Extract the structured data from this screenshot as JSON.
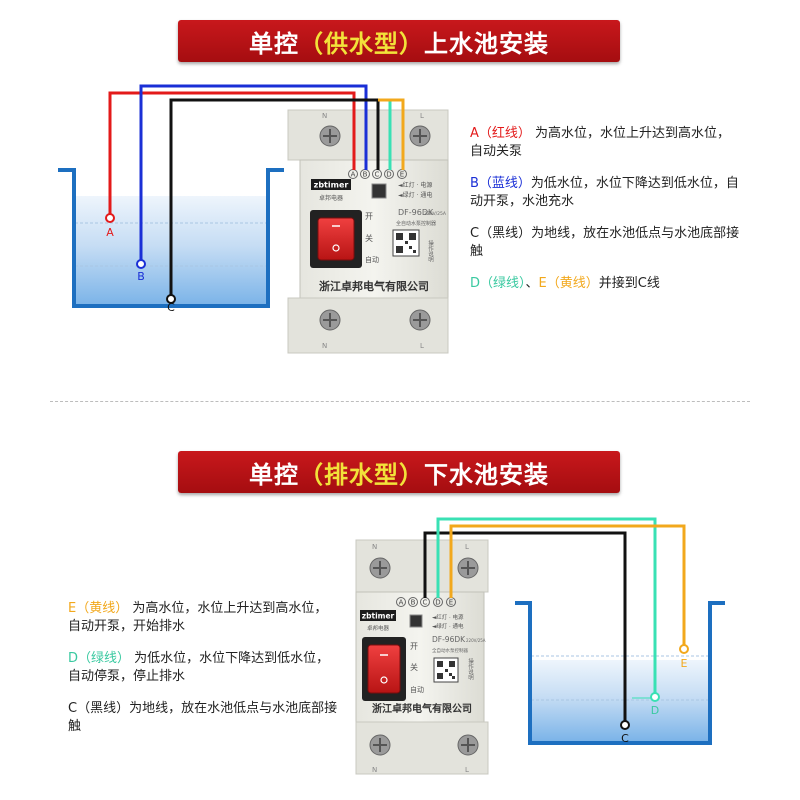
{
  "colors": {
    "red_wire": "#e31a1a",
    "blue_wire": "#1a2fd6",
    "black_wire": "#111111",
    "green_wire": "#39e1b4",
    "yellow_wire": "#f2a81c",
    "banner": "#b51215",
    "banner_highlight": "#f2e23a"
  },
  "section1": {
    "title_prefix": "单控",
    "title_highlight": "（供水型）",
    "title_suffix": "上水池安装",
    "probes": [
      "A",
      "B",
      "C"
    ],
    "descriptions": [
      {
        "label": "A（红线）",
        "label_color": "#e31a1a",
        "text": " 为高水位，水位上升达到高水位，自动关泵"
      },
      {
        "label": "B（蓝线）",
        "label_color": "#1a2fd6",
        "text": "为低水位，水位下降达到低水位，自动开泵，水池充水"
      },
      {
        "label": "C（黑线）",
        "label_color": "#222222",
        "text": "为地线，放在水池低点与水池底部接触"
      }
    ],
    "note": {
      "d_label": "D（绿线）",
      "sep": "、",
      "e_label": "E（黄线）",
      "text": "并接到C线"
    }
  },
  "section2": {
    "title_prefix": "单控",
    "title_highlight": "（排水型）",
    "title_suffix": "下水池安装",
    "probes": [
      "E",
      "D",
      "C"
    ],
    "descriptions": [
      {
        "label": "E（黄线）",
        "label_color": "#f2a81c",
        "text": " 为高水位，水位上升达到高水位，自动开泵，开始排水"
      },
      {
        "label": "D（绿线）",
        "label_color": "#39c9a0",
        "text": " 为低水位，水位下降达到低水位，自动停泵，停止排水"
      },
      {
        "label": "C（黑线）",
        "label_color": "#222222",
        "text": "为地线，放在水池低点与水池底部接触"
      }
    ]
  },
  "device": {
    "brand": "zbtimer",
    "brand_cn": "卓邦电器",
    "model": "DF-96DK",
    "rating": "220V/25A",
    "product_name": "全自动水泵控制器",
    "terminals": [
      "A",
      "B",
      "C",
      "D",
      "E"
    ],
    "legend_red": "◄红灯 · 电源",
    "legend_green": "◄绿灯 · 通电",
    "switch_on": "开",
    "switch_off": "关",
    "switch_auto": "自动",
    "qr_label": "操作说明",
    "company": "浙江卓邦电气有限公司",
    "top_marks": [
      "N",
      "L"
    ],
    "bottom_marks": [
      "N",
      "L"
    ]
  }
}
